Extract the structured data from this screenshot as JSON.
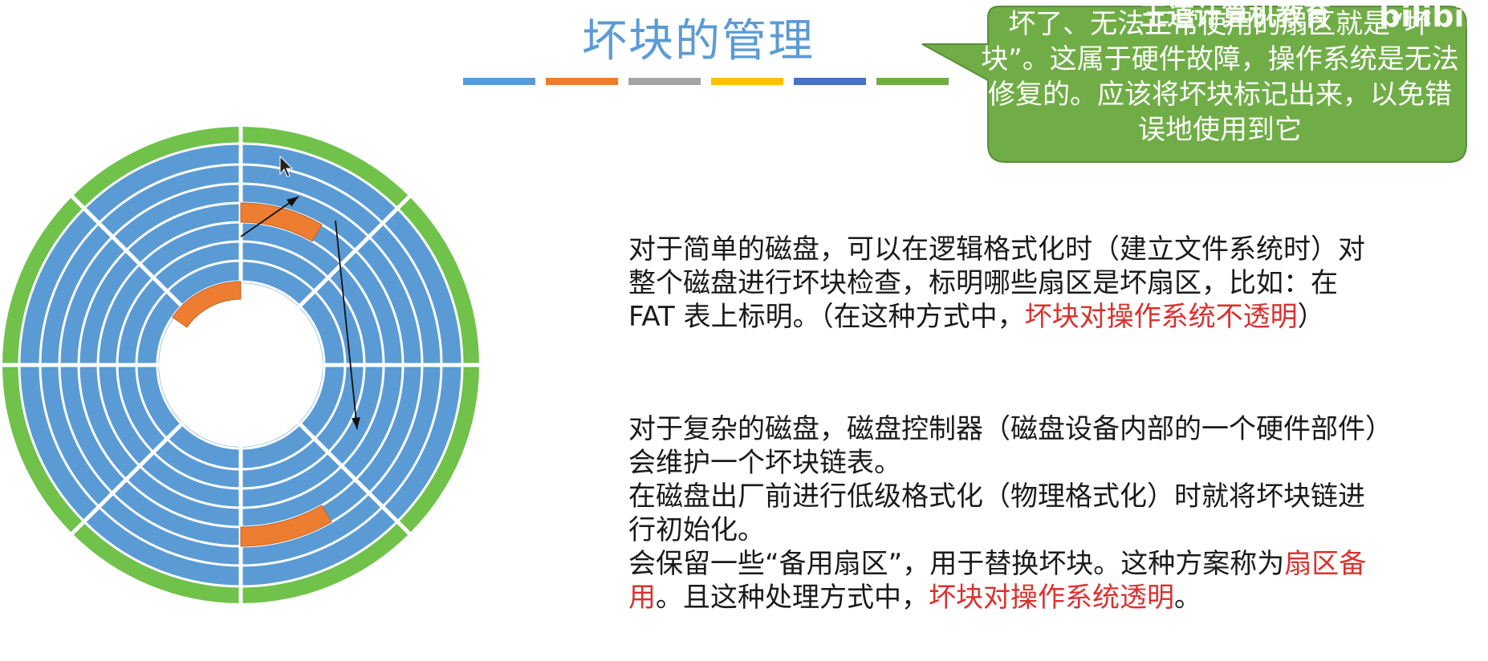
{
  "title": "坏块的管理",
  "colors": {
    "title": "#5b9bd5",
    "disk_blue": "#5b9bd5",
    "disk_green": "#70c24a",
    "bad_block": "#ed7d31",
    "callout_fill": "#70ad47",
    "highlight": "#d9312e"
  },
  "color_bars": [
    "#5b9bd5",
    "#ed7d31",
    "#a5a5a5",
    "#ffc000",
    "#4472c4",
    "#70ad47"
  ],
  "callout": {
    "text": "坏了、无法正常使用的扇区就是“坏块”。这属于硬件故障，操作系统是无法修复的。应该将坏块标记出来，以免错误地使用到它"
  },
  "watermark": {
    "text": "王道计算机教育",
    "logo": "bilibili"
  },
  "para1": {
    "text": "对于简单的磁盘，可以在逻辑格式化时（建立文件系统时）对整个磁盘进行坏块检查，标明哪些扇区是坏扇区，比如：在 FAT 表上标明。（在这种方式中，",
    "highlight": "坏块对操作系统不透明",
    "end": "）"
  },
  "para2": {
    "line1": "对于复杂的磁盘，磁盘控制器（磁盘设备内部的一个硬件部件）会维护一个坏块链表。",
    "line2": "在磁盘出厂前进行低级格式化（物理格式化）时就将坏块链进行初始化。",
    "line3_a": "会保留一些“备用扇区”，用于替换坏块。这种方案称为",
    "line3_hl1": "扇区备用",
    "line3_b": "。且这种处理方式中，",
    "line3_hl2": "坏块对操作系统透明",
    "line3_end": "。"
  }
}
